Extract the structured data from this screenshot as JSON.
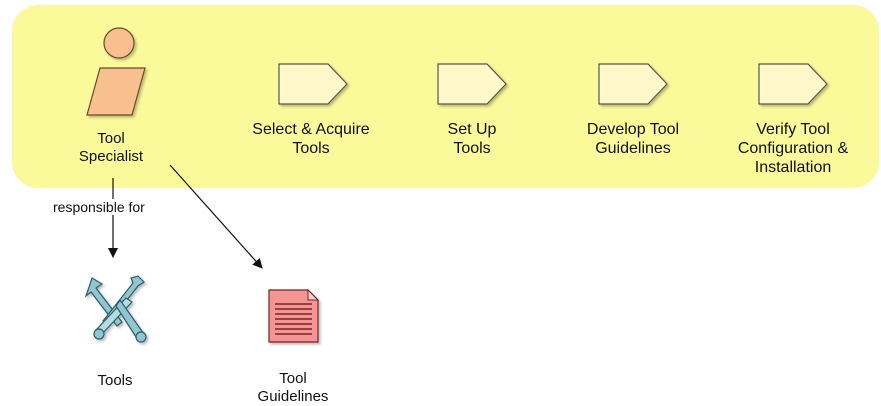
{
  "diagram": {
    "role": {
      "label_line1": "Tool",
      "label_line2": "Specialist",
      "icon": "worker-icon"
    },
    "tasks": [
      {
        "line1": "Select & Acquire",
        "line2": "Tools",
        "line3": ""
      },
      {
        "line1": "Set Up",
        "line2": "Tools",
        "line3": ""
      },
      {
        "line1": "Develop Tool",
        "line2": "Guidelines",
        "line3": ""
      },
      {
        "line1": "Verify Tool",
        "line2": "Configuration &",
        "line3": "Installation"
      }
    ],
    "edge_label": "responsible for",
    "artifacts": [
      {
        "line1": "Tools",
        "line2": "",
        "icon": "tools-icon"
      },
      {
        "line1": "Tool",
        "line2": "Guidelines",
        "icon": "document-icon"
      }
    ],
    "colors": {
      "lane": "#fafa9a",
      "task_fill": "#fff8c8",
      "role_fill": "#f7c08e",
      "document_fill": "#f49494",
      "tool_fill": "#8fc6cf"
    }
  }
}
